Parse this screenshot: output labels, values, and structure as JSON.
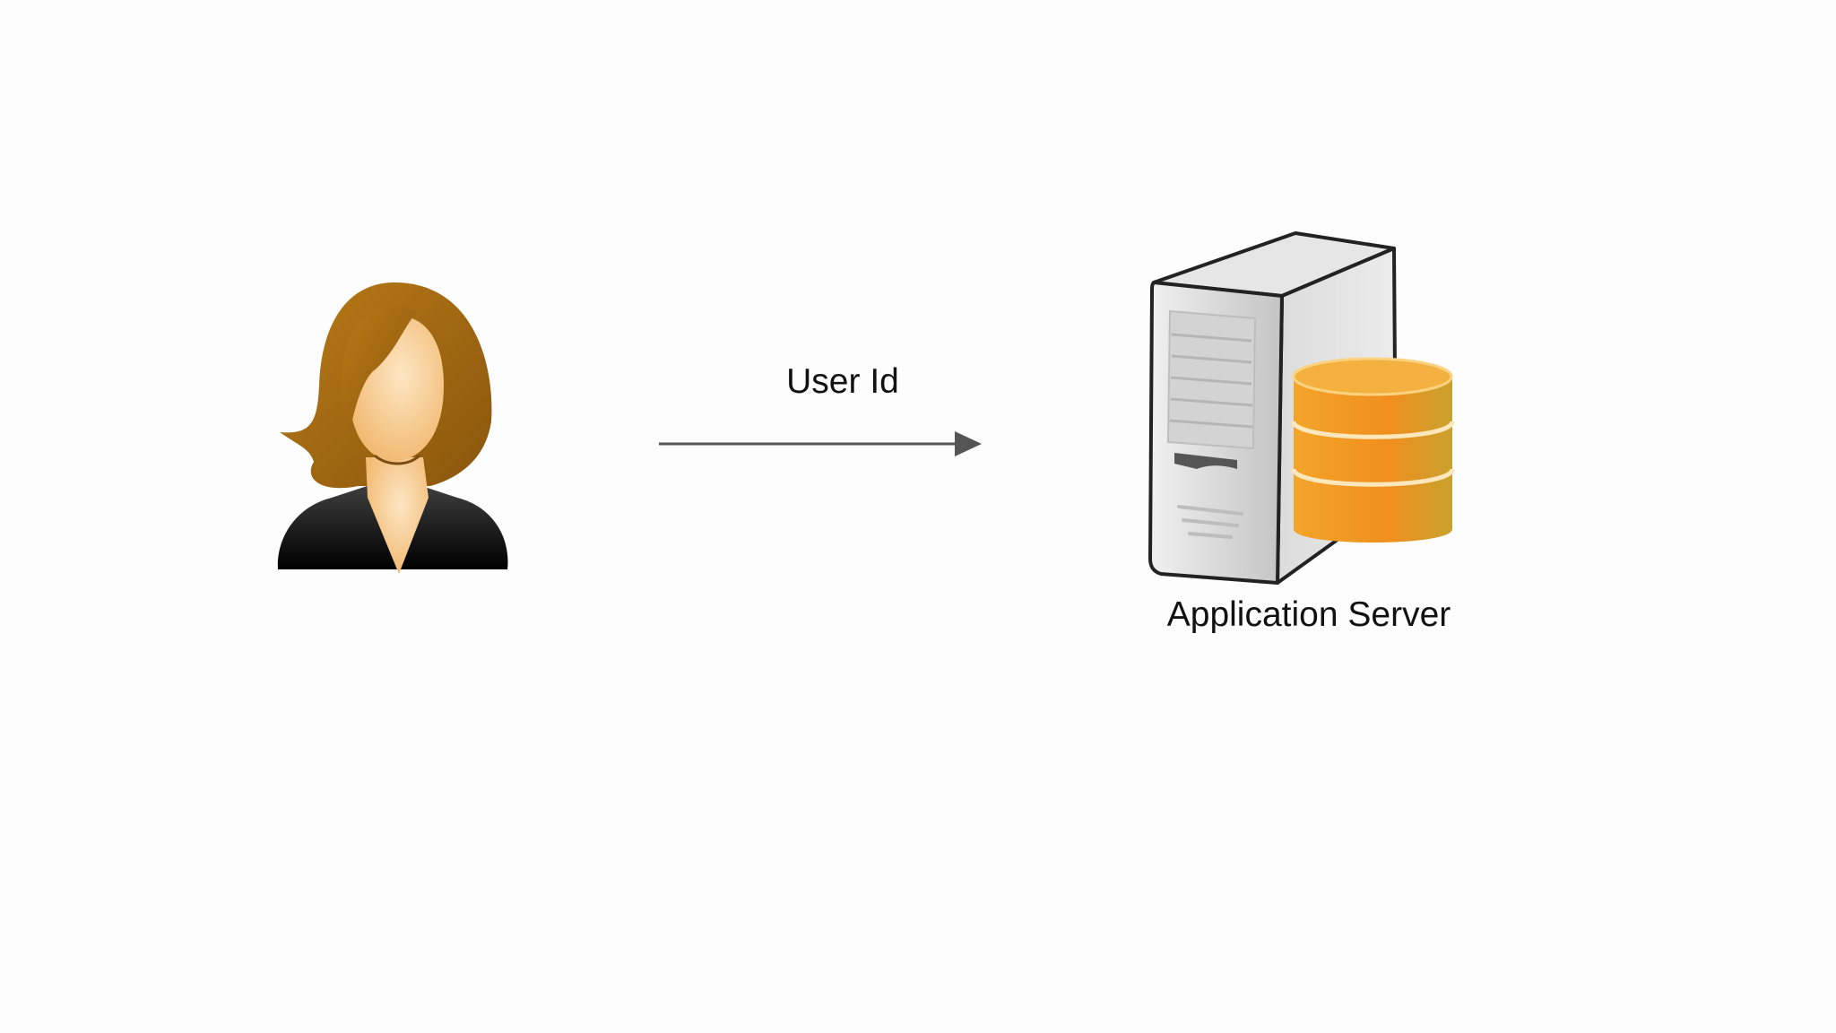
{
  "diagram": {
    "nodes": {
      "user": {
        "icon": "user-icon",
        "label": ""
      },
      "server": {
        "icon": "server-database-icon",
        "label": "Application Server"
      }
    },
    "edges": [
      {
        "from": "user",
        "to": "server",
        "label": "User Id"
      }
    ]
  },
  "colors": {
    "hair": "#a86d12",
    "skin": "#f7c98a",
    "suit": "#111111",
    "arrow": "#555555",
    "server_body": "#d8d8d8",
    "database": "#f0961f"
  }
}
